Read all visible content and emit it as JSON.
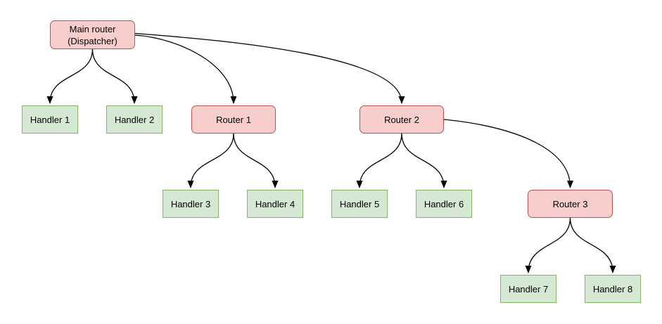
{
  "diagram": {
    "type": "flowchart-tree",
    "background": "#ffffff",
    "colors": {
      "router_fill": "#f8cecc",
      "router_border": "#b85450",
      "handler_fill": "#d5e8d4",
      "handler_border": "#82b366",
      "edge_stroke": "#000000",
      "text": "#000000"
    },
    "nodes": {
      "main_router": {
        "label_line1": "Main router",
        "label_line2": "(Dispatcher)",
        "type": "router"
      },
      "handler1": {
        "label": "Handler 1",
        "type": "handler"
      },
      "handler2": {
        "label": "Handler 2",
        "type": "handler"
      },
      "router1": {
        "label": "Router 1",
        "type": "router"
      },
      "router2": {
        "label": "Router 2",
        "type": "router"
      },
      "handler3": {
        "label": "Handler 3",
        "type": "handler"
      },
      "handler4": {
        "label": "Handler 4",
        "type": "handler"
      },
      "handler5": {
        "label": "Handler 5",
        "type": "handler"
      },
      "handler6": {
        "label": "Handler 6",
        "type": "handler"
      },
      "router3": {
        "label": "Router 3",
        "type": "router"
      },
      "handler7": {
        "label": "Handler 7",
        "type": "handler"
      },
      "handler8": {
        "label": "Handler 8",
        "type": "handler"
      }
    },
    "connections": [
      {
        "from": "Main router (Dispatcher)",
        "to": "Handler 1"
      },
      {
        "from": "Main router (Dispatcher)",
        "to": "Handler 2"
      },
      {
        "from": "Main router (Dispatcher)",
        "to": "Router 1"
      },
      {
        "from": "Main router (Dispatcher)",
        "to": "Router 2"
      },
      {
        "from": "Router 1",
        "to": "Handler 3"
      },
      {
        "from": "Router 1",
        "to": "Handler 4"
      },
      {
        "from": "Router 2",
        "to": "Handler 5"
      },
      {
        "from": "Router 2",
        "to": "Handler 6"
      },
      {
        "from": "Router 2",
        "to": "Router 3"
      },
      {
        "from": "Router 3",
        "to": "Handler 7"
      },
      {
        "from": "Router 3",
        "to": "Handler 8"
      }
    ]
  }
}
